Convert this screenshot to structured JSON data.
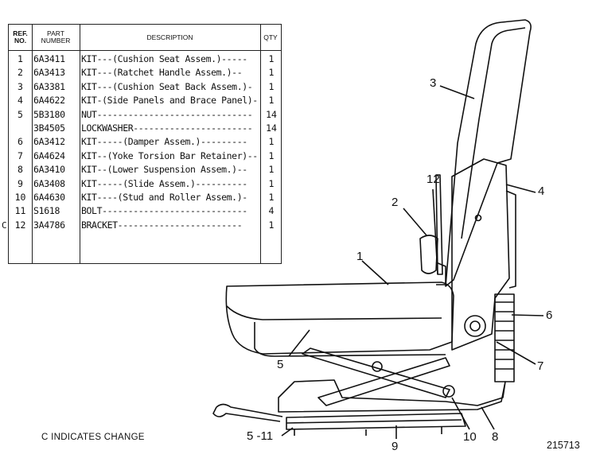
{
  "table": {
    "headers": {
      "ref_no_line1": "REF.",
      "ref_no_line2": "NO.",
      "part_line1": "PART",
      "part_line2": "NUMBER",
      "description": "DESCRIPTION",
      "qty": "QTY"
    },
    "rows": [
      {
        "ref": "1",
        "part": "6A3411",
        "desc": "KIT---(Cushion Seat Assem.)-----",
        "qty": "1",
        "change": ""
      },
      {
        "ref": "2",
        "part": "6A3413",
        "desc": "KIT---(Ratchet Handle Assem.)--",
        "qty": "1",
        "change": ""
      },
      {
        "ref": "3",
        "part": "6A3381",
        "desc": "KIT---(Cushion Seat Back Assem.)-",
        "qty": "1",
        "change": ""
      },
      {
        "ref": "4",
        "part": "6A4622",
        "desc": "KIT-(Side Panels and Brace Panel)-",
        "qty": "1",
        "change": ""
      },
      {
        "ref": "5",
        "part": "5B3180",
        "desc": "NUT------------------------------",
        "qty": "14",
        "change": ""
      },
      {
        "ref": "",
        "part": "3B4505",
        "desc": "LOCKWASHER-----------------------",
        "qty": "14",
        "change": ""
      },
      {
        "ref": "6",
        "part": "6A3412",
        "desc": "KIT-----(Damper Assem.)---------",
        "qty": "1",
        "change": ""
      },
      {
        "ref": "7",
        "part": "6A4624",
        "desc": "KIT--(Yoke Torsion Bar Retainer)--",
        "qty": "1",
        "change": ""
      },
      {
        "ref": "8",
        "part": "6A3410",
        "desc": "KIT--(Lower Suspension Assem.)--",
        "qty": "1",
        "change": ""
      },
      {
        "ref": "9",
        "part": "6A3408",
        "desc": "KIT-----(Slide Assem.)----------",
        "qty": "1",
        "change": ""
      },
      {
        "ref": "10",
        "part": "6A4630",
        "desc": "KIT----(Stud and Roller Assem.)-",
        "qty": "1",
        "change": ""
      },
      {
        "ref": "11",
        "part": "S1618",
        "desc": "BOLT----------------------------",
        "qty": "4",
        "change": ""
      },
      {
        "ref": "12",
        "part": "3A4786",
        "desc": " BRACKET------------------------",
        "qty": "1",
        "change": "C"
      }
    ]
  },
  "callouts": {
    "c1": "1",
    "c2": "2",
    "c3": "3",
    "c4": "4",
    "c5a": "5",
    "c5b": "5 -11",
    "c6": "6",
    "c7": "7",
    "c8": "8",
    "c9": "9",
    "c10": "10",
    "c12": "12"
  },
  "footer_note": "C INDICATES CHANGE",
  "figure_number": "215713"
}
